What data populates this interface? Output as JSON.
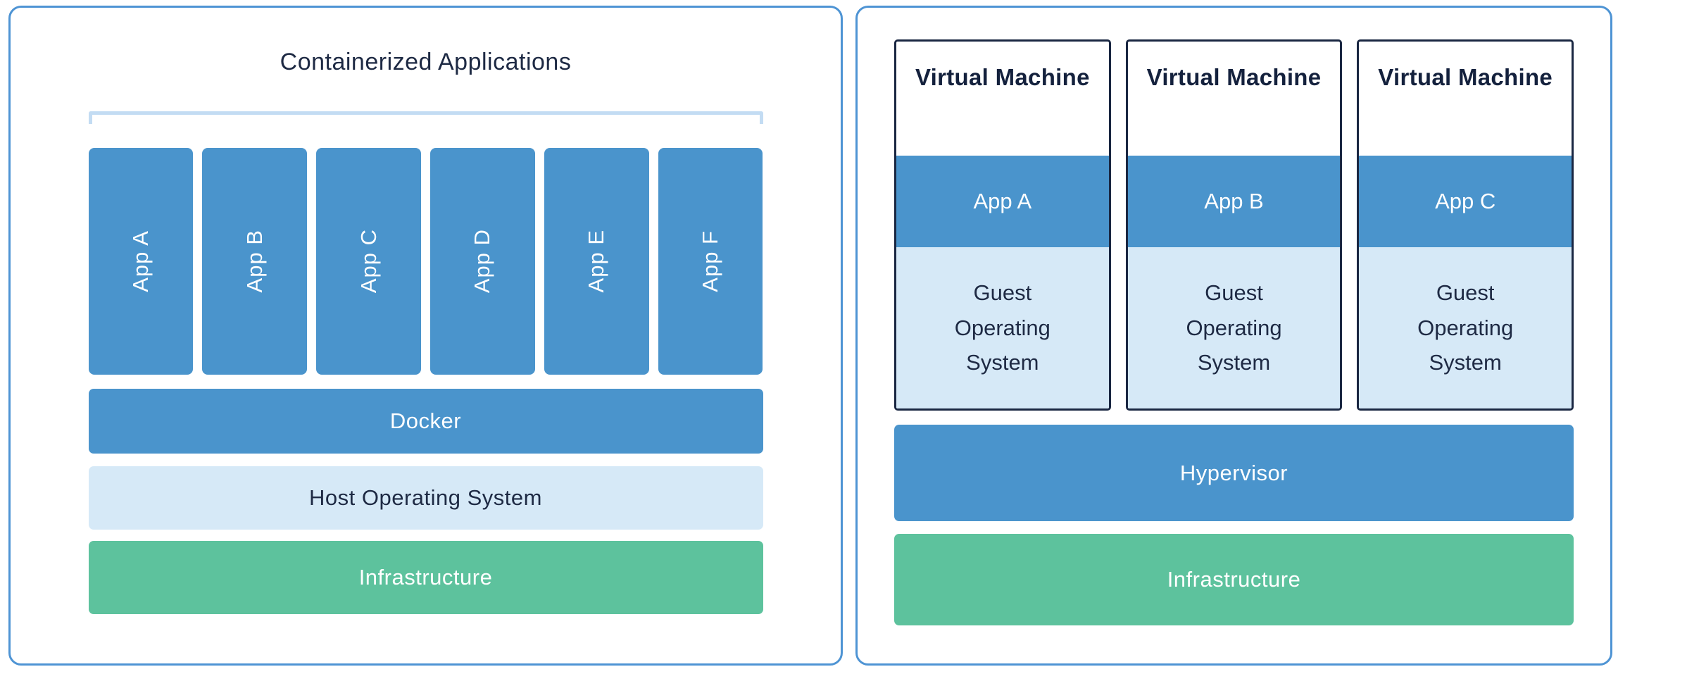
{
  "left_panel": {
    "title": "Containerized Applications",
    "apps": [
      "App A",
      "App B",
      "App C",
      "App D",
      "App E",
      "App F"
    ],
    "docker_label": "Docker",
    "host_os_label": "Host Operating System",
    "infrastructure_label": "Infrastructure"
  },
  "right_panel": {
    "vms": [
      {
        "title": "Virtual Machine",
        "app": "App A",
        "guest_os": "Guest\nOperating\nSystem"
      },
      {
        "title": "Virtual Machine",
        "app": "App B",
        "guest_os": "Guest\nOperating\nSystem"
      },
      {
        "title": "Virtual Machine",
        "app": "App C",
        "guest_os": "Guest\nOperating\nSystem"
      }
    ],
    "hypervisor_label": "Hypervisor",
    "infrastructure_label": "Infrastructure"
  },
  "colors": {
    "primary_blue": "#4a94cc",
    "light_blue": "#d6e9f7",
    "green": "#5dc29d",
    "panel_border": "#4e94d4",
    "vm_border": "#1a2742",
    "dark_text": "#1e2a44",
    "bracket": "#c3dcf3"
  }
}
